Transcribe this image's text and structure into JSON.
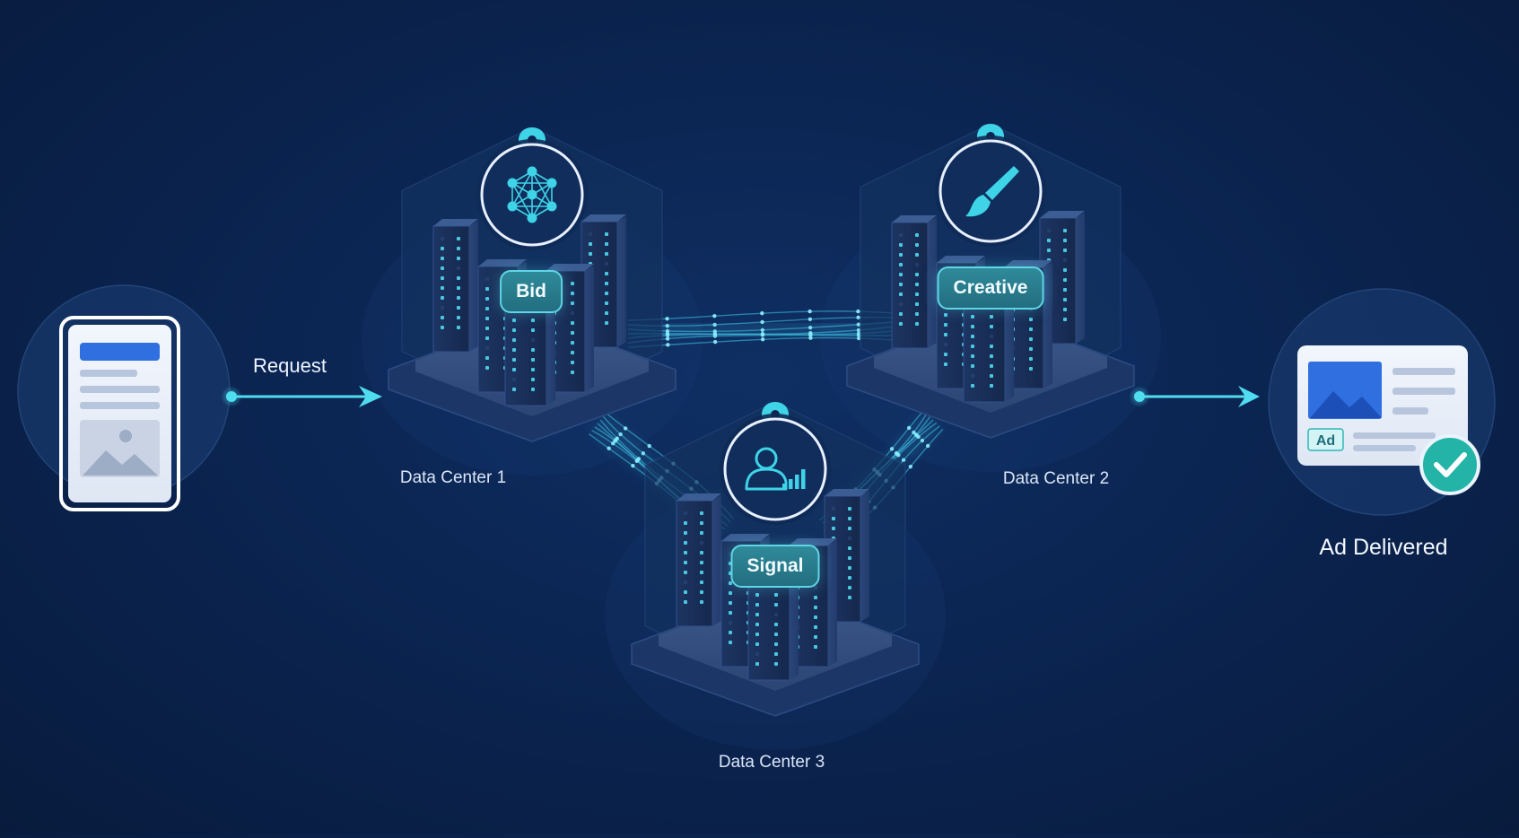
{
  "nodes": {
    "bid": {
      "service_label": "Bid",
      "dc_label": "Data Center 1",
      "icon": "neural-network-icon"
    },
    "creative": {
      "service_label": "Creative",
      "dc_label": "Data Center 2",
      "icon": "paintbrush-icon"
    },
    "signal": {
      "service_label": "Signal",
      "dc_label": "Data Center 3",
      "icon": "user-signal-icon"
    }
  },
  "request": {
    "label": "Request"
  },
  "result": {
    "label": "Ad Delivered",
    "ad_tag": "Ad"
  },
  "colors": {
    "accent": "#3fd3e8",
    "background": "#0b2552",
    "badge": "#2a7d8e",
    "server": "#1a2f58"
  }
}
